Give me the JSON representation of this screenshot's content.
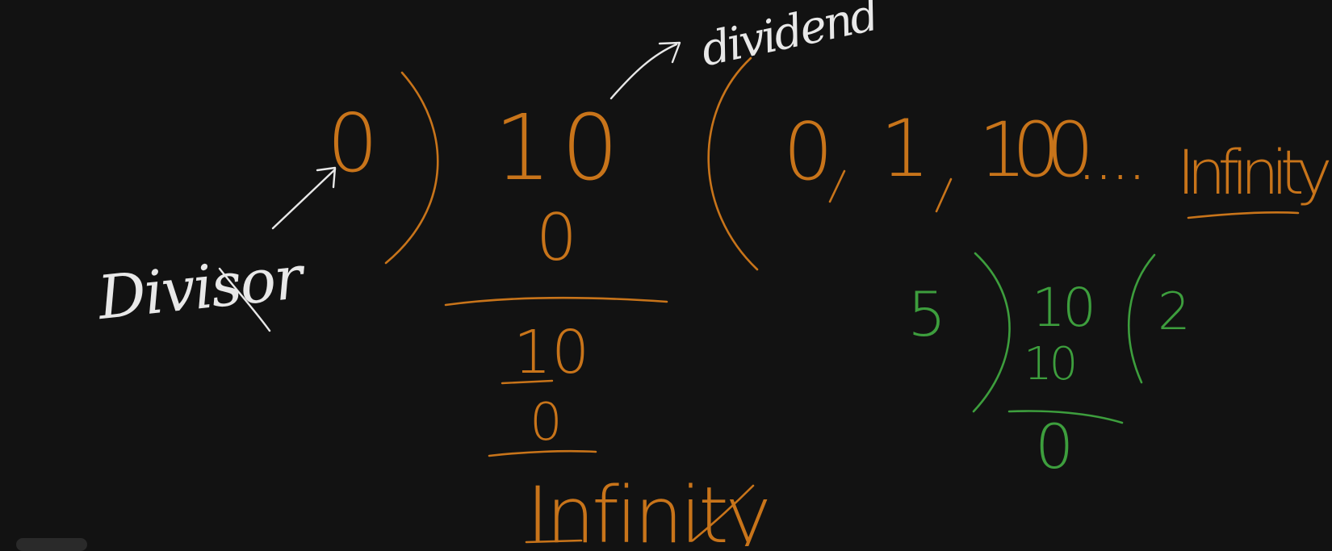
{
  "canvas": {
    "background": "#121212",
    "ink_colors": {
      "orange": "#c8741a",
      "white": "#e8e8e8",
      "green": "#3d9e3d"
    }
  },
  "labels": {
    "divisor": "Divisor",
    "dividend": "dividend"
  },
  "division_by_zero": {
    "divisor": "0",
    "dividend": "10",
    "subtract_1": "0",
    "remainder_1": "10",
    "subtract_2": "0",
    "result": "Infinity"
  },
  "quotient_series": {
    "items": [
      "0",
      "1",
      "100"
    ],
    "ellipsis": "....",
    "last": "Infinity"
  },
  "division_example": {
    "divisor": "5",
    "dividend": "10",
    "subtract": "10",
    "remainder": "0",
    "quotient": "2"
  }
}
